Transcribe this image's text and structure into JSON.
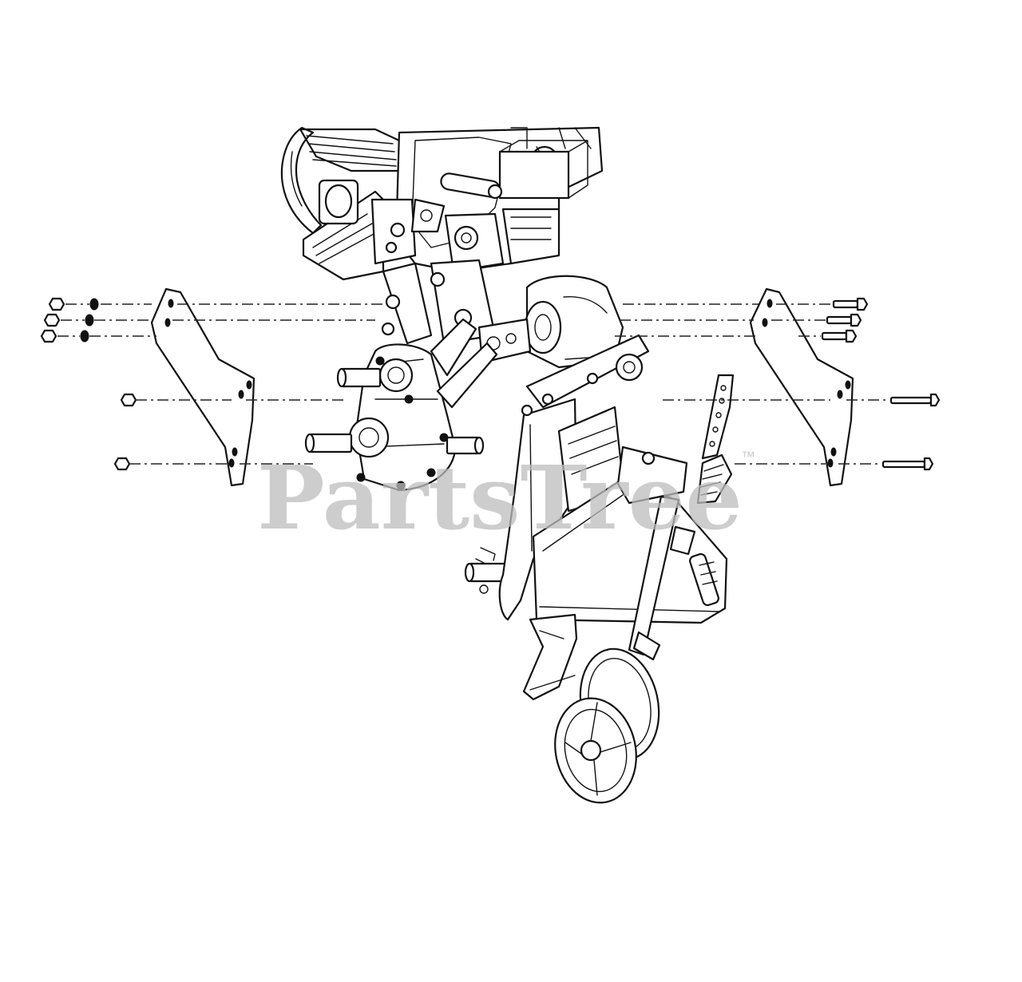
{
  "diagram": {
    "watermark": {
      "text": "PartsTree",
      "trademark": "™"
    },
    "components": [
      "engine-assembly",
      "transmission-housing",
      "left-side-plate",
      "right-side-plate",
      "left-hex-nuts",
      "left-lock-washers",
      "right-hex-bolts",
      "left-output-shafts",
      "drive-shaft",
      "front-wheel",
      "depth-bar",
      "fender-tray"
    ]
  }
}
